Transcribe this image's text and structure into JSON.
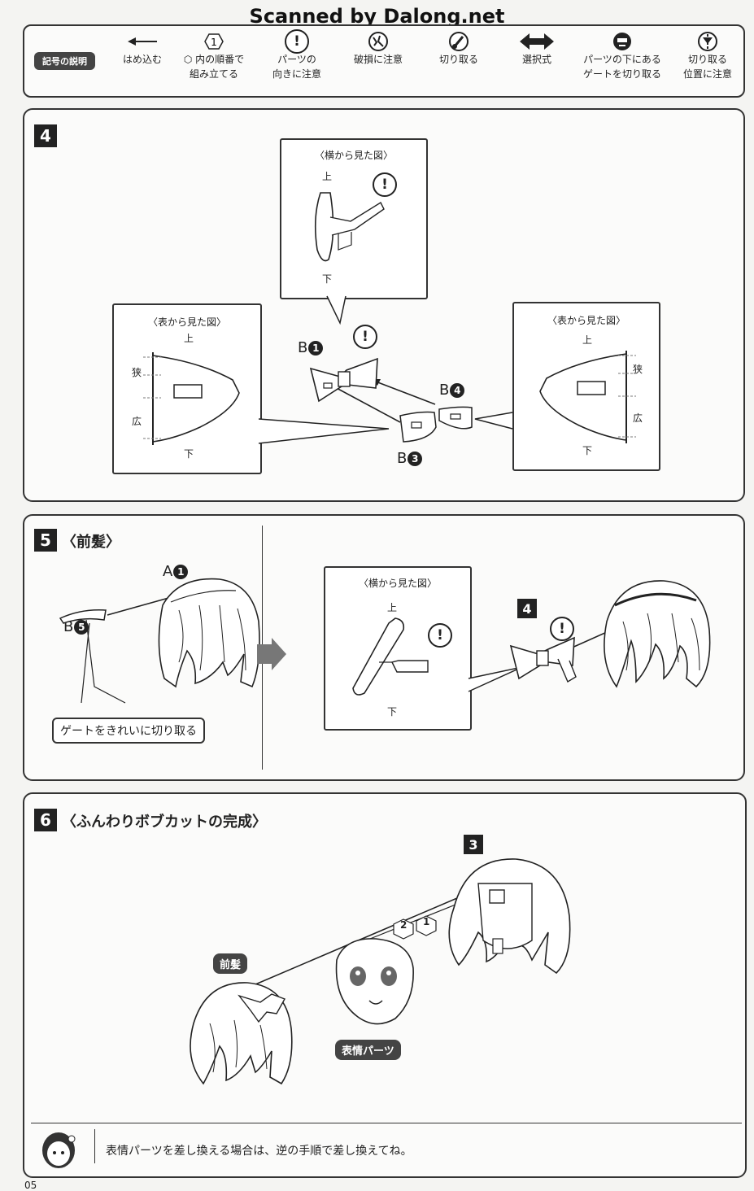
{
  "watermark": "Scanned by Dalong.net",
  "legend": {
    "title": "記号の説明",
    "items": [
      {
        "icon": "arrow-left-icon",
        "label1": "はめ込む",
        "label2": ""
      },
      {
        "icon": "hexagon-number-icon",
        "icon_text": "1",
        "label1": "⬡ 内の順番で",
        "label2": "組み立てる"
      },
      {
        "icon": "exclamation-icon",
        "icon_text": "!",
        "label1": "パーツの",
        "label2": "向きに注意"
      },
      {
        "icon": "breakage-icon",
        "label1": "破損に注意",
        "label2": ""
      },
      {
        "icon": "cutting-icon",
        "label1": "切り取る",
        "label2": ""
      },
      {
        "icon": "two-way-arrow-icon",
        "label1": "選択式",
        "label2": ""
      },
      {
        "icon": "gate-under-part-icon",
        "label1": "パーツの下にある",
        "label2": "ゲートを切り取る"
      },
      {
        "icon": "cut-position-icon",
        "label1": "切り取る",
        "label2": "位置に注意"
      }
    ]
  },
  "step4": {
    "number": "4",
    "side_view": {
      "title": "〈横から見た図〉",
      "top": "上",
      "bottom": "下"
    },
    "front_view_left": {
      "title": "〈表から見た図〉",
      "top": "上",
      "bottom": "下",
      "narrow": "狭",
      "wide": "広"
    },
    "front_view_right": {
      "title": "〈表から見た図〉",
      "top": "上",
      "bottom": "下",
      "narrow": "狭",
      "wide": "広"
    },
    "parts": {
      "b1": {
        "letter": "B",
        "num": "1"
      },
      "b3": {
        "letter": "B",
        "num": "3"
      },
      "b4": {
        "letter": "B",
        "num": "4"
      }
    },
    "excl": "!"
  },
  "step5": {
    "number": "5",
    "title": "〈前髪〉",
    "parts": {
      "a1": {
        "letter": "A",
        "num": "1"
      },
      "b5": {
        "letter": "B",
        "num": "5"
      }
    },
    "gate_note": "ゲートをきれいに切り取る",
    "side_view": {
      "title": "〈横から見た図〉",
      "top": "上",
      "bottom": "下"
    },
    "ref_step": "4",
    "excl": "!"
  },
  "step6": {
    "number": "6",
    "title": "〈ふんわりボブカットの完成〉",
    "ref_step": "3",
    "order1": "1",
    "order2": "2",
    "label_bangs": "前髪",
    "label_face": "表情パーツ",
    "note": "表情パーツを差し換える場合は、逆の手順で差し換えてね。"
  },
  "page_number": "05"
}
